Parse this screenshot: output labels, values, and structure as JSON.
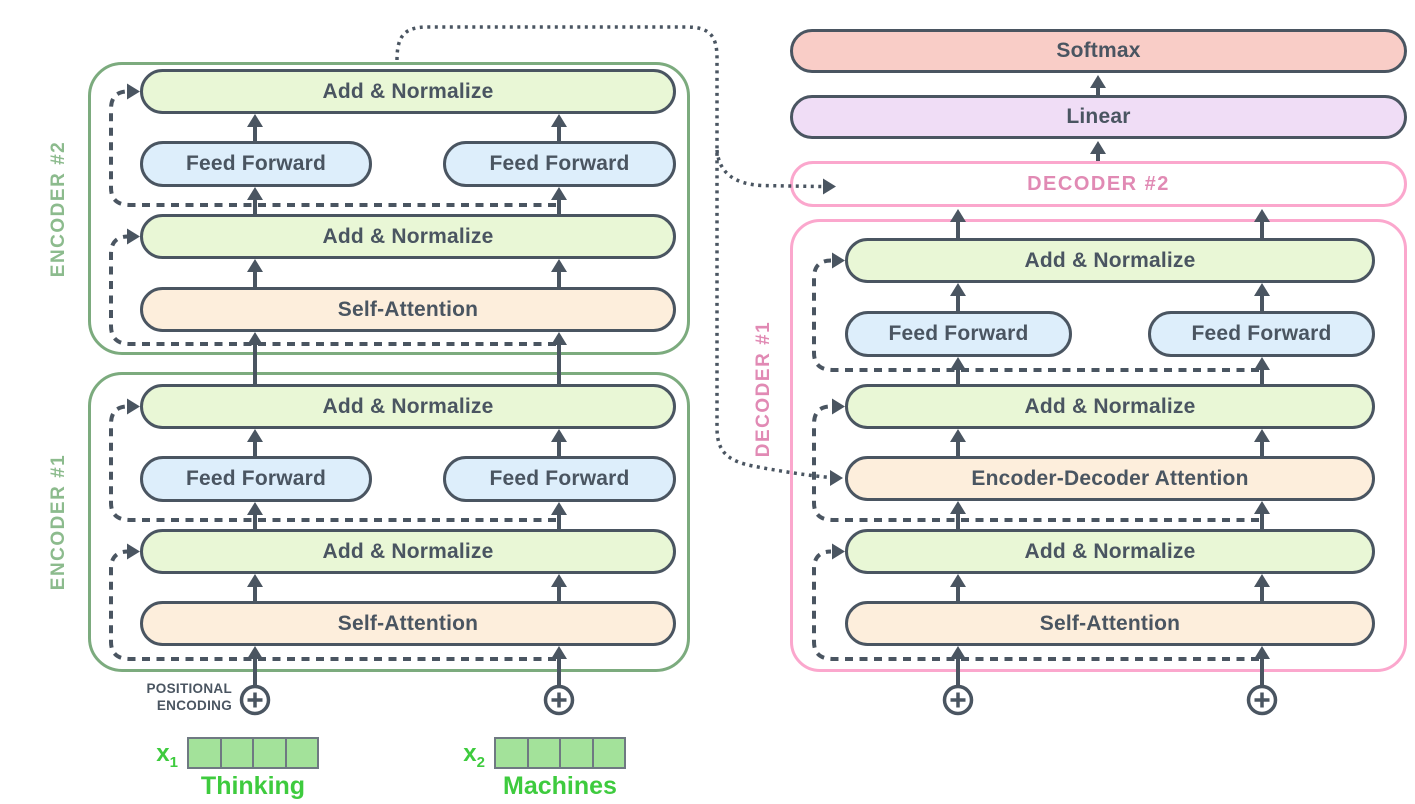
{
  "encoder2": {
    "label": "ENCODER #2",
    "add_norm_top": "Add & Normalize",
    "feed_forward_left": "Feed Forward",
    "feed_forward_right": "Feed Forward",
    "add_norm_mid": "Add & Normalize",
    "self_attention": "Self-Attention"
  },
  "encoder1": {
    "label": "ENCODER #1",
    "add_norm_top": "Add & Normalize",
    "feed_forward_left": "Feed Forward",
    "feed_forward_right": "Feed Forward",
    "add_norm_mid": "Add & Normalize",
    "self_attention": "Self-Attention"
  },
  "decoder2": {
    "label": "DECODER #2"
  },
  "decoder1": {
    "label": "DECODER #1",
    "add_norm_top": "Add & Normalize",
    "feed_forward_left": "Feed Forward",
    "feed_forward_right": "Feed Forward",
    "add_norm_mid": "Add & Normalize",
    "encoder_decoder_attention": "Encoder-Decoder Attention",
    "add_norm_bottom": "Add & Normalize",
    "self_attention": "Self-Attention"
  },
  "output_head": {
    "linear": "Linear",
    "softmax": "Softmax"
  },
  "inputs": {
    "positional_encoding_label": {
      "line1": "POSITIONAL",
      "line2": "ENCODING"
    },
    "plus_icon": "⊕",
    "tokens": [
      {
        "symbol": "x",
        "subscript": "1",
        "word": "Thinking",
        "cells": 4
      },
      {
        "symbol": "x",
        "subscript": "2",
        "word": "Machines",
        "cells": 4
      }
    ]
  },
  "colors": {
    "outline_dark": "#4a5561",
    "add_norm_fill": "#e9f7d6",
    "feed_forward_fill": "#ddeefb",
    "attention_fill": "#fdeedc",
    "softmax_fill": "#f9cdc7",
    "linear_fill": "#f0ddf6",
    "encoder_frame": "#7cab7e",
    "encoder_label": "#8cbb8d",
    "decoder_frame": "#fba7cd",
    "decoder_label": "#e18ab4",
    "decoder2_fill": "#ffffff",
    "embedding_fill": "#a3e29a",
    "embedding_border": "#6f7982",
    "token_text": "#3ecb3e"
  }
}
